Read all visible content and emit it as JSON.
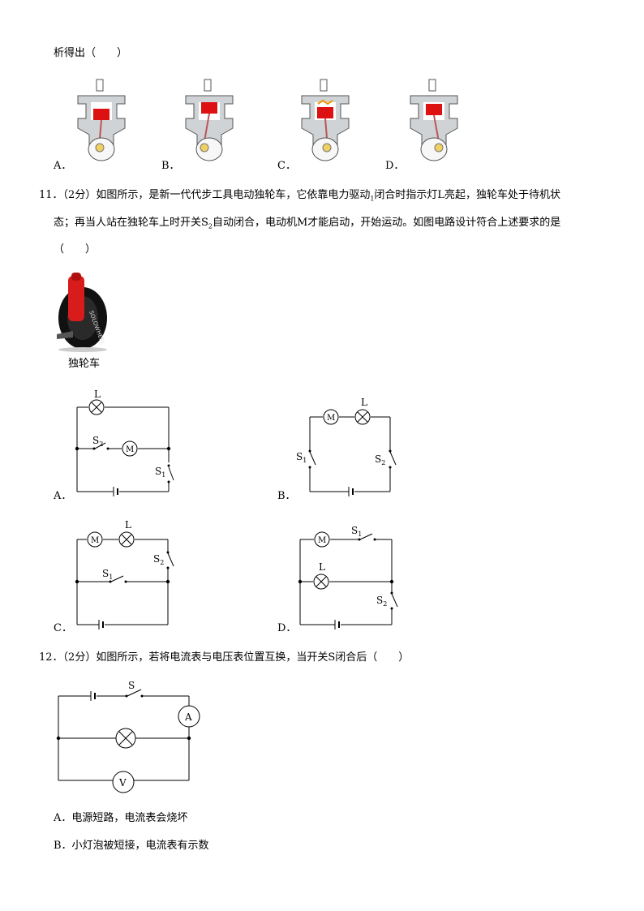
{
  "intro_text": "析得出（　　）",
  "engine_options": [
    "A．",
    "B．",
    "C．",
    "D．"
  ],
  "q11": {
    "line1": "11．（2分）如图所示，是新一代代步工具电动独轮车，它依靠电力驱动",
    "line1_sub": "1",
    "line1_tail": "闭合时指示灯L亮起，独轮车处于待机状",
    "line2": "态；再当人站在独轮车上时开关S",
    "line2_sub": "2",
    "line2_tail": "自动闭合，电动机M才能启动，开始运动。如图电路设计符合上述要求的是",
    "line3": "（　　）",
    "image_caption": "独轮车",
    "wheel_brand": "SOLOWHEEL",
    "options": {
      "a": "A．",
      "b": "B．",
      "c": "C．",
      "d": "D．"
    }
  },
  "circuit_labels": {
    "lamp": "L",
    "motor": "M",
    "switch_letter": "S",
    "s1_sub": "1",
    "s2_sub": "2",
    "ammeter": "A",
    "voltmeter": "V",
    "switch_s": "S"
  },
  "q12": {
    "stem": "12．（2分）如图所示，若将电流表与电压表位置互换，当开关S闭合后（　　）",
    "choice_a": "A．电源短路，电流表会烧坏",
    "choice_b": "B．小灯泡被短接，电流表有示数"
  }
}
